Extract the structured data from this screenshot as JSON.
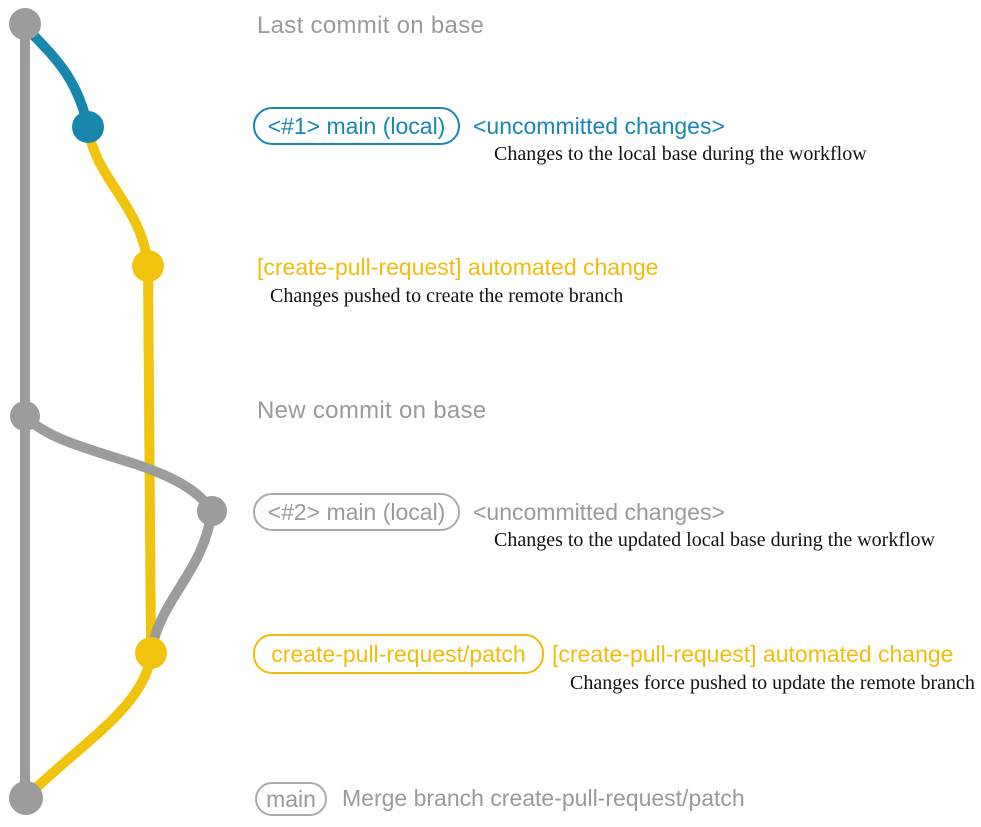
{
  "colors": {
    "graph_gray": "#9C9C9C",
    "badge_gray": "#ABABAB",
    "text_gray": "#9A9A9A",
    "blue": "#1787AD",
    "yellow": "#F2C30D",
    "yellow_text": "#EFBD0D",
    "ink": "#111111"
  },
  "annotations": {
    "last_commit_on_base": "Last commit on base",
    "new_commit_on_base": "New commit on base",
    "row1": {
      "badge": "<#1> main (local)",
      "title": "<uncommitted changes>",
      "description": "Changes to the local base during the workflow"
    },
    "row2": {
      "title": "[create-pull-request] automated change",
      "description": "Changes pushed to create the remote branch"
    },
    "row3": {
      "badge": "<#2> main (local)",
      "title": "<uncommitted changes>",
      "description": "Changes to the updated local base during the workflow"
    },
    "row4": {
      "badge": "create-pull-request/patch",
      "title": "[create-pull-request] automated change",
      "description": "Changes force pushed to update the remote branch"
    },
    "row5": {
      "badge": "main",
      "title": "Merge branch create-pull-request/patch"
    }
  }
}
